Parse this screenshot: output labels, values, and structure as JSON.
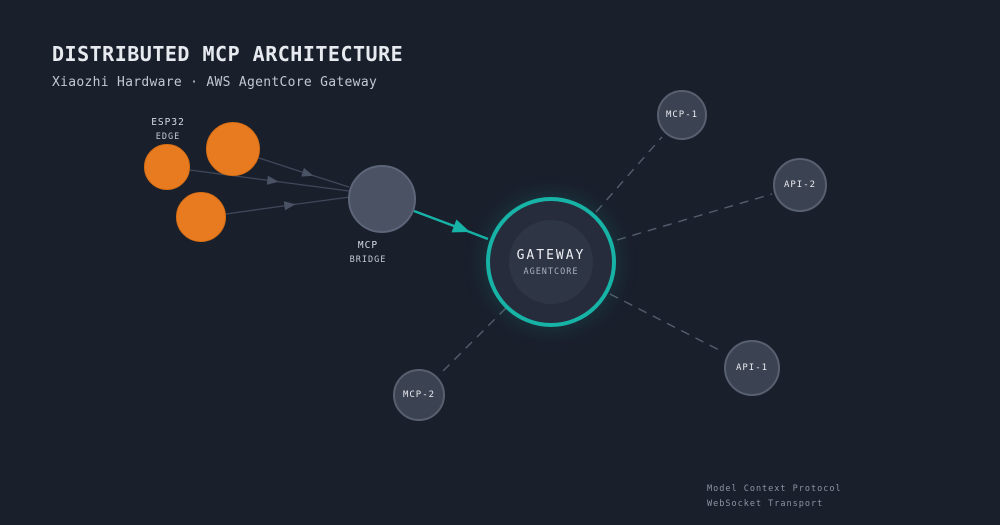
{
  "header": {
    "title": "DISTRIBUTED MCP ARCHITECTURE",
    "subtitle": "Xiaozhi Hardware · AWS AgentCore Gateway"
  },
  "esp_cluster": {
    "label_line1": "ESP32",
    "label_line2": "EDGE",
    "node_count": 3
  },
  "bridge": {
    "label_line1": "MCP",
    "label_line2": "BRIDGE"
  },
  "gateway": {
    "title": "GATEWAY",
    "subtitle": "AGENTCORE"
  },
  "satellites": [
    {
      "id": "mcp-1",
      "label": "MCP-1"
    },
    {
      "id": "api-2",
      "label": "API-2"
    },
    {
      "id": "api-1",
      "label": "API-1"
    },
    {
      "id": "mcp-2",
      "label": "MCP-2"
    }
  ],
  "footer": {
    "line1": "Model Context Protocol",
    "line2": "WebSocket Transport"
  },
  "colors": {
    "background": "#1a1f2c",
    "accent_teal": "#17b3a6",
    "edge_node_orange": "#e87b1f",
    "node_gray": "#3b4252",
    "solid_line_gray": "#3f4859",
    "dashed_line_gray": "#555d6c"
  }
}
